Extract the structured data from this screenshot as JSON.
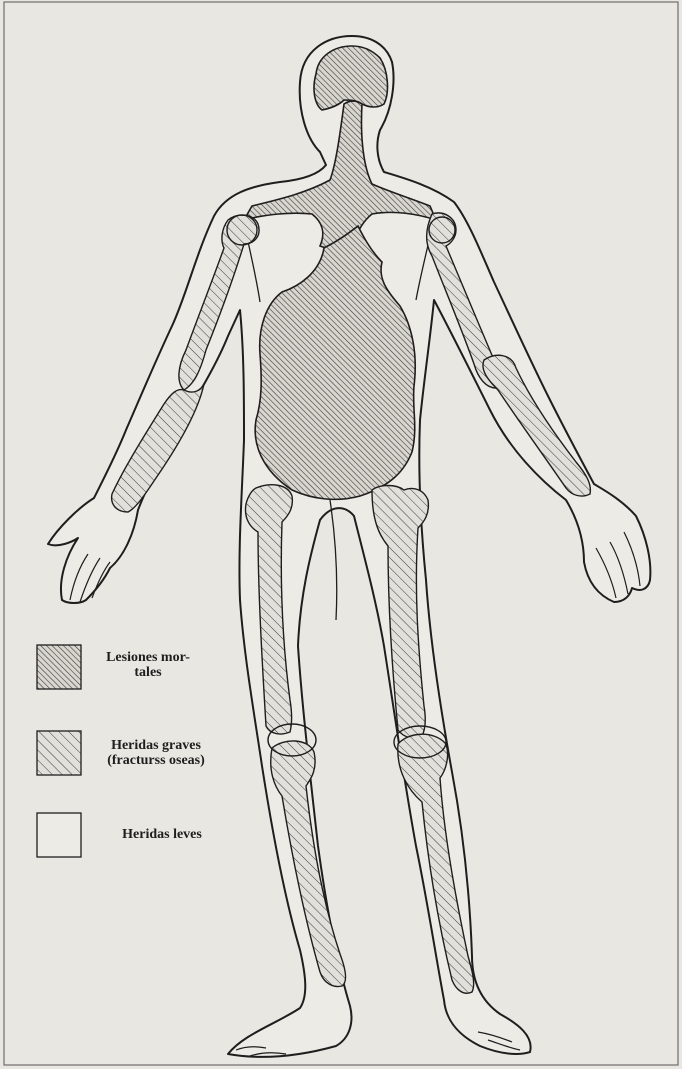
{
  "legend": {
    "mortal": {
      "line1": "Lesiones mor-",
      "line2": "tales"
    },
    "grave": {
      "line1": "Heridas graves",
      "line2": "(fracturss oseas)"
    },
    "leve": {
      "line1": "Heridas leves"
    }
  },
  "colors": {
    "paper": "#e9e7e1",
    "ink": "#1e1e1e",
    "body_fill": "#ecebe6"
  }
}
